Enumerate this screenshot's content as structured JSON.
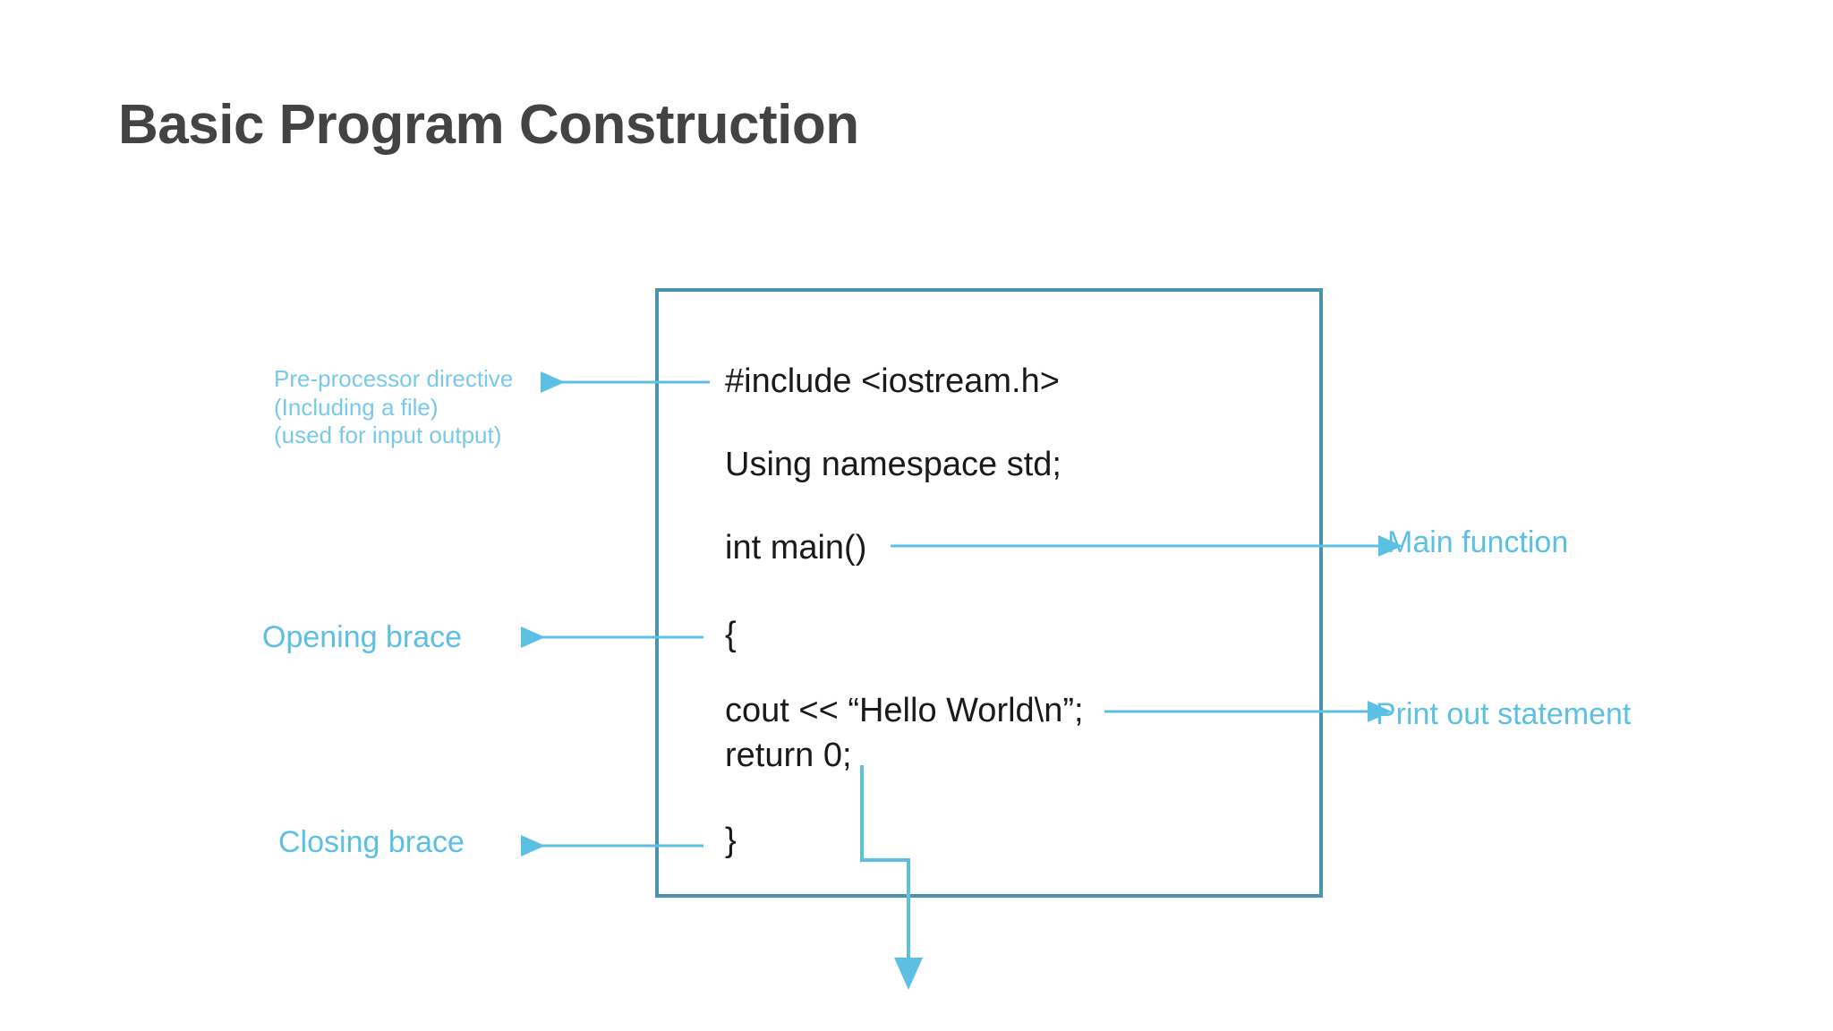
{
  "slide": {
    "title": "Basic Program Construction",
    "title_color": "#434343",
    "background_color": "#ffffff",
    "accent_color": "#5bc0e4",
    "box_border_color": "#4a93ab",
    "code_text_color": "#1a1a1a"
  },
  "code": {
    "line_include": "#include <iostream.h>",
    "line_using": "Using namespace std;",
    "line_main": "int main()",
    "line_open_brace": "{",
    "line_cout": "cout << “Hello World\\n”;",
    "line_return": "return 0;",
    "line_close_brace": "}"
  },
  "annotations": {
    "preprocessor": {
      "line1": "Pre-processor directive",
      "line2": "(Including a file)",
      "line3": "(used for input output)"
    },
    "opening_brace": "Opening brace",
    "closing_brace": "Closing brace",
    "main_function": "Main function",
    "print_statement": "Print out statement"
  }
}
